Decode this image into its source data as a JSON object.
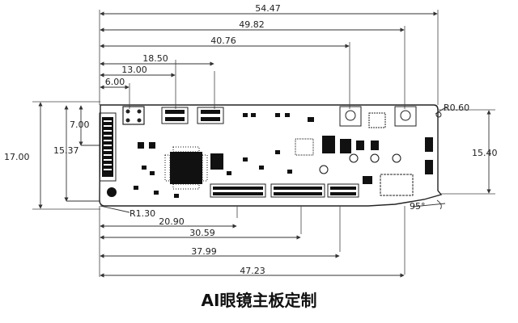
{
  "caption": "AI眼镜主板定制",
  "top_dimensions": {
    "d1": "54.47",
    "d2": "49.82",
    "d3": "40.76",
    "d4": "18.50",
    "d5": "13.00",
    "d6": "6.00"
  },
  "left_dimensions": {
    "height_total": "17.00",
    "height_mid": "15.37",
    "height_inner": "7.00"
  },
  "right_dimensions": {
    "height": "15.40",
    "radius": "R0.60"
  },
  "bottom_dimensions": {
    "radius": "R1.30",
    "d1": "20.90",
    "d2": "30.59",
    "d3": "37.99",
    "d4": "47.23",
    "angle": "95°"
  }
}
